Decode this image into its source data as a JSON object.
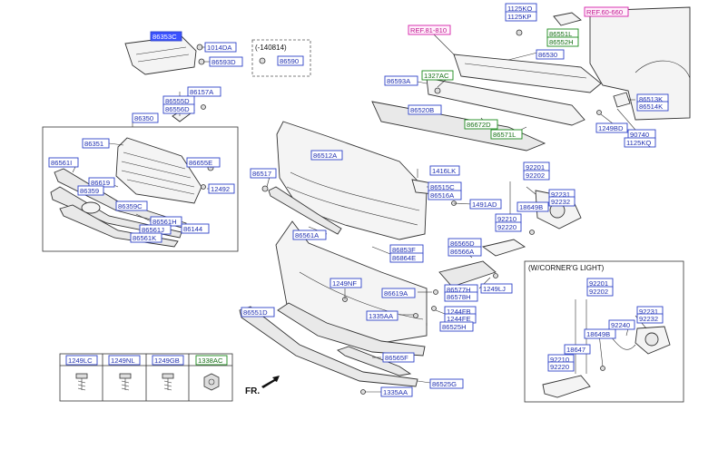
{
  "notes": {
    "variant": "(-140814)",
    "cornering": "(W/CORNER'G LIGHT)",
    "front": "FR."
  },
  "labels": {
    "l86353C": "86353C",
    "l1014DA": "1014DA",
    "l86593D": "86593D",
    "l86590": "86590",
    "l86157A": "86157A",
    "l86555D": "86555D",
    "l86556D": "86556D",
    "l86350": "86350",
    "l86351": "86351",
    "l86561I": "86561I",
    "l86619": "86619",
    "l86359": "86359",
    "l86359C": "86359C",
    "l86655E": "86655E",
    "l12492": "12492",
    "l86561H": "86561H",
    "l86561J": "86561J",
    "l86144": "86144",
    "l86561K": "86561K",
    "ref81810": "REF.81-810",
    "l1125KO": "1125KO",
    "l1125KP": "1125KP",
    "l86551L": "86551L",
    "l86552H": "86552H",
    "ref60660": "REF.60-660",
    "l86530": "86530",
    "l86593A": "86593A",
    "l1327AC": "1327AC",
    "l86520B": "86520B",
    "l86672D": "86672D",
    "l86571L": "86571L",
    "l86513K": "86513K",
    "l86514K": "86514K",
    "l1249BD": "1249BD",
    "l90740": "90740",
    "l1125KQ": "1125KQ",
    "l86512A": "86512A",
    "l86517": "86517",
    "l1416LK": "1416LK",
    "l86515C": "86515C",
    "l86516A": "86516A",
    "l1491AD": "1491AD",
    "l92201a": "92201",
    "l92202a": "92202",
    "l92231a": "92231",
    "l92232a": "92232",
    "l18649Ba": "18649B",
    "l92210a": "92210",
    "l92220a": "92220",
    "l86561A": "86561A",
    "l86565D": "86565D",
    "l86566A": "86566A",
    "l86853F": "86853F",
    "l86864E": "86864E",
    "l1249NF": "1249NF",
    "l86619A": "86619A",
    "l86577H": "86577H",
    "l86578H": "86578H",
    "l1249LJ": "1249LJ",
    "l86551D": "86551D",
    "l1335AAa": "1335AA",
    "l1244FB": "1244FB",
    "l1244FE": "1244FE",
    "l86525H": "86525H",
    "l86565F": "86565F",
    "l1335AAb": "1335AA",
    "l86525G": "86525G",
    "l92201b": "92201",
    "l92202b": "92202",
    "l92231b": "92231",
    "l92232b": "92232",
    "l92240": "92240",
    "l18649Bb": "18649B",
    "l18647": "18647",
    "l92210b": "92210",
    "l92220b": "92220"
  },
  "hardware_table": {
    "headers": [
      "1249LC",
      "1249NL",
      "1249GB",
      "1338AC"
    ]
  },
  "colors": {
    "label_border": "#2f43c8",
    "label_text": "#1f2fb0",
    "green_label": "#1a8a1a",
    "reference_label": "#d61fa8",
    "highlight": "#3b52ff"
  }
}
